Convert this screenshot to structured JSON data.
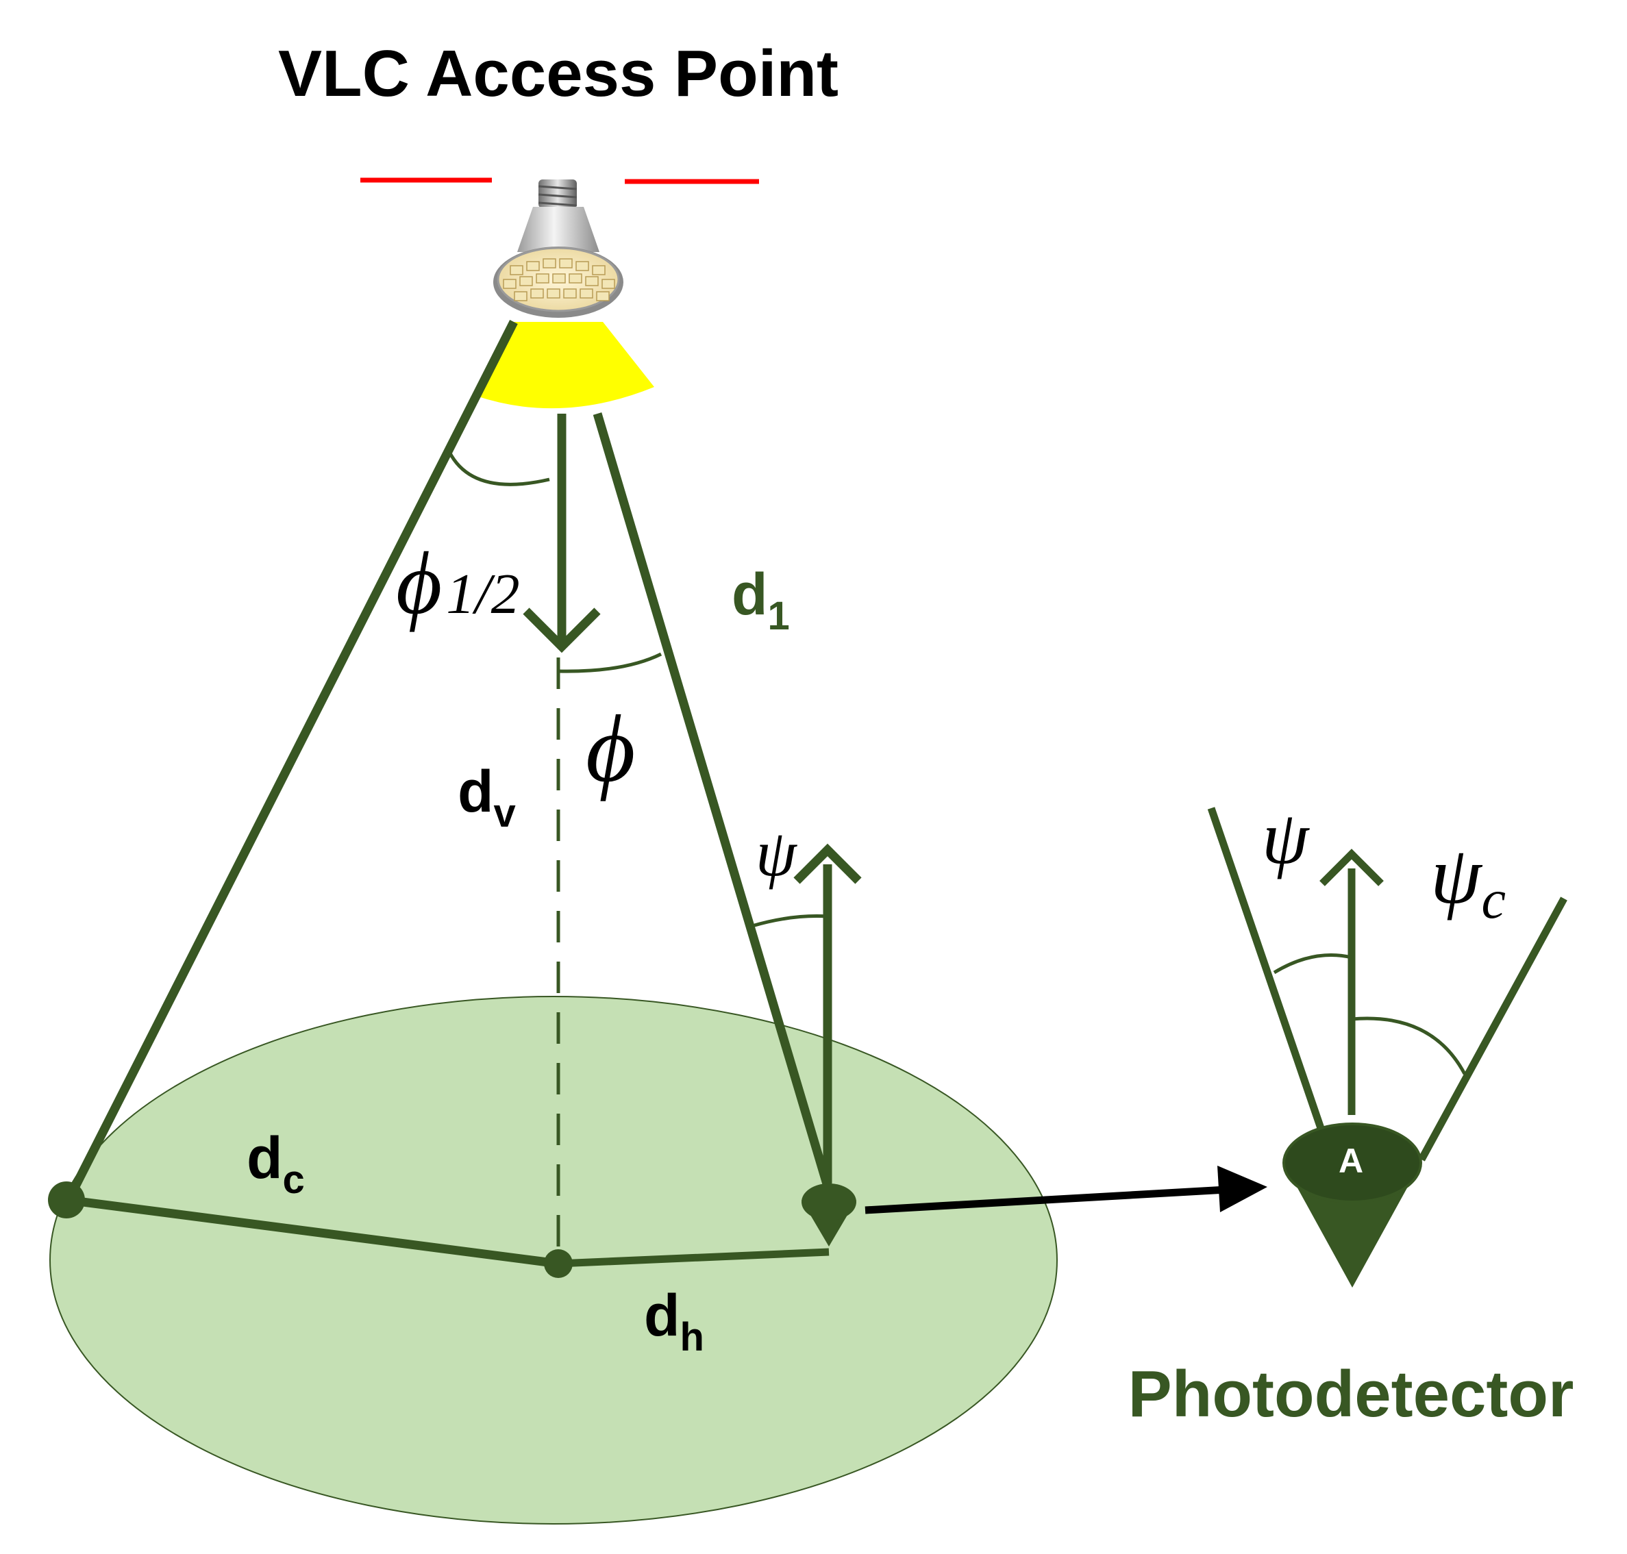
{
  "title": "VLC Access Point",
  "photodetector_label": "Photodetector",
  "detector_symbol": "A",
  "labels": {
    "phi_half_symbol": "ϕ",
    "phi_half_sub": "1/2",
    "phi": "ϕ",
    "d1_main": "d",
    "d1_sub": "1",
    "dv_main": "d",
    "dv_sub": "v",
    "dc_main": "d",
    "dc_sub": "c",
    "dh_main": "d",
    "dh_sub": "h",
    "psi": "ψ",
    "psi_detector": "ψ",
    "psi_c_main": "ψ",
    "psi_c_sub": "c"
  },
  "colors": {
    "dark_green": "#385723",
    "light_green_fill": "#c5e0b4",
    "yellow_beam": "#ffff00",
    "red_marks": "#ff0000",
    "black": "#000000"
  },
  "icons": {
    "lamp": "led-bulb-icon",
    "detector": "photodetector-icon"
  }
}
